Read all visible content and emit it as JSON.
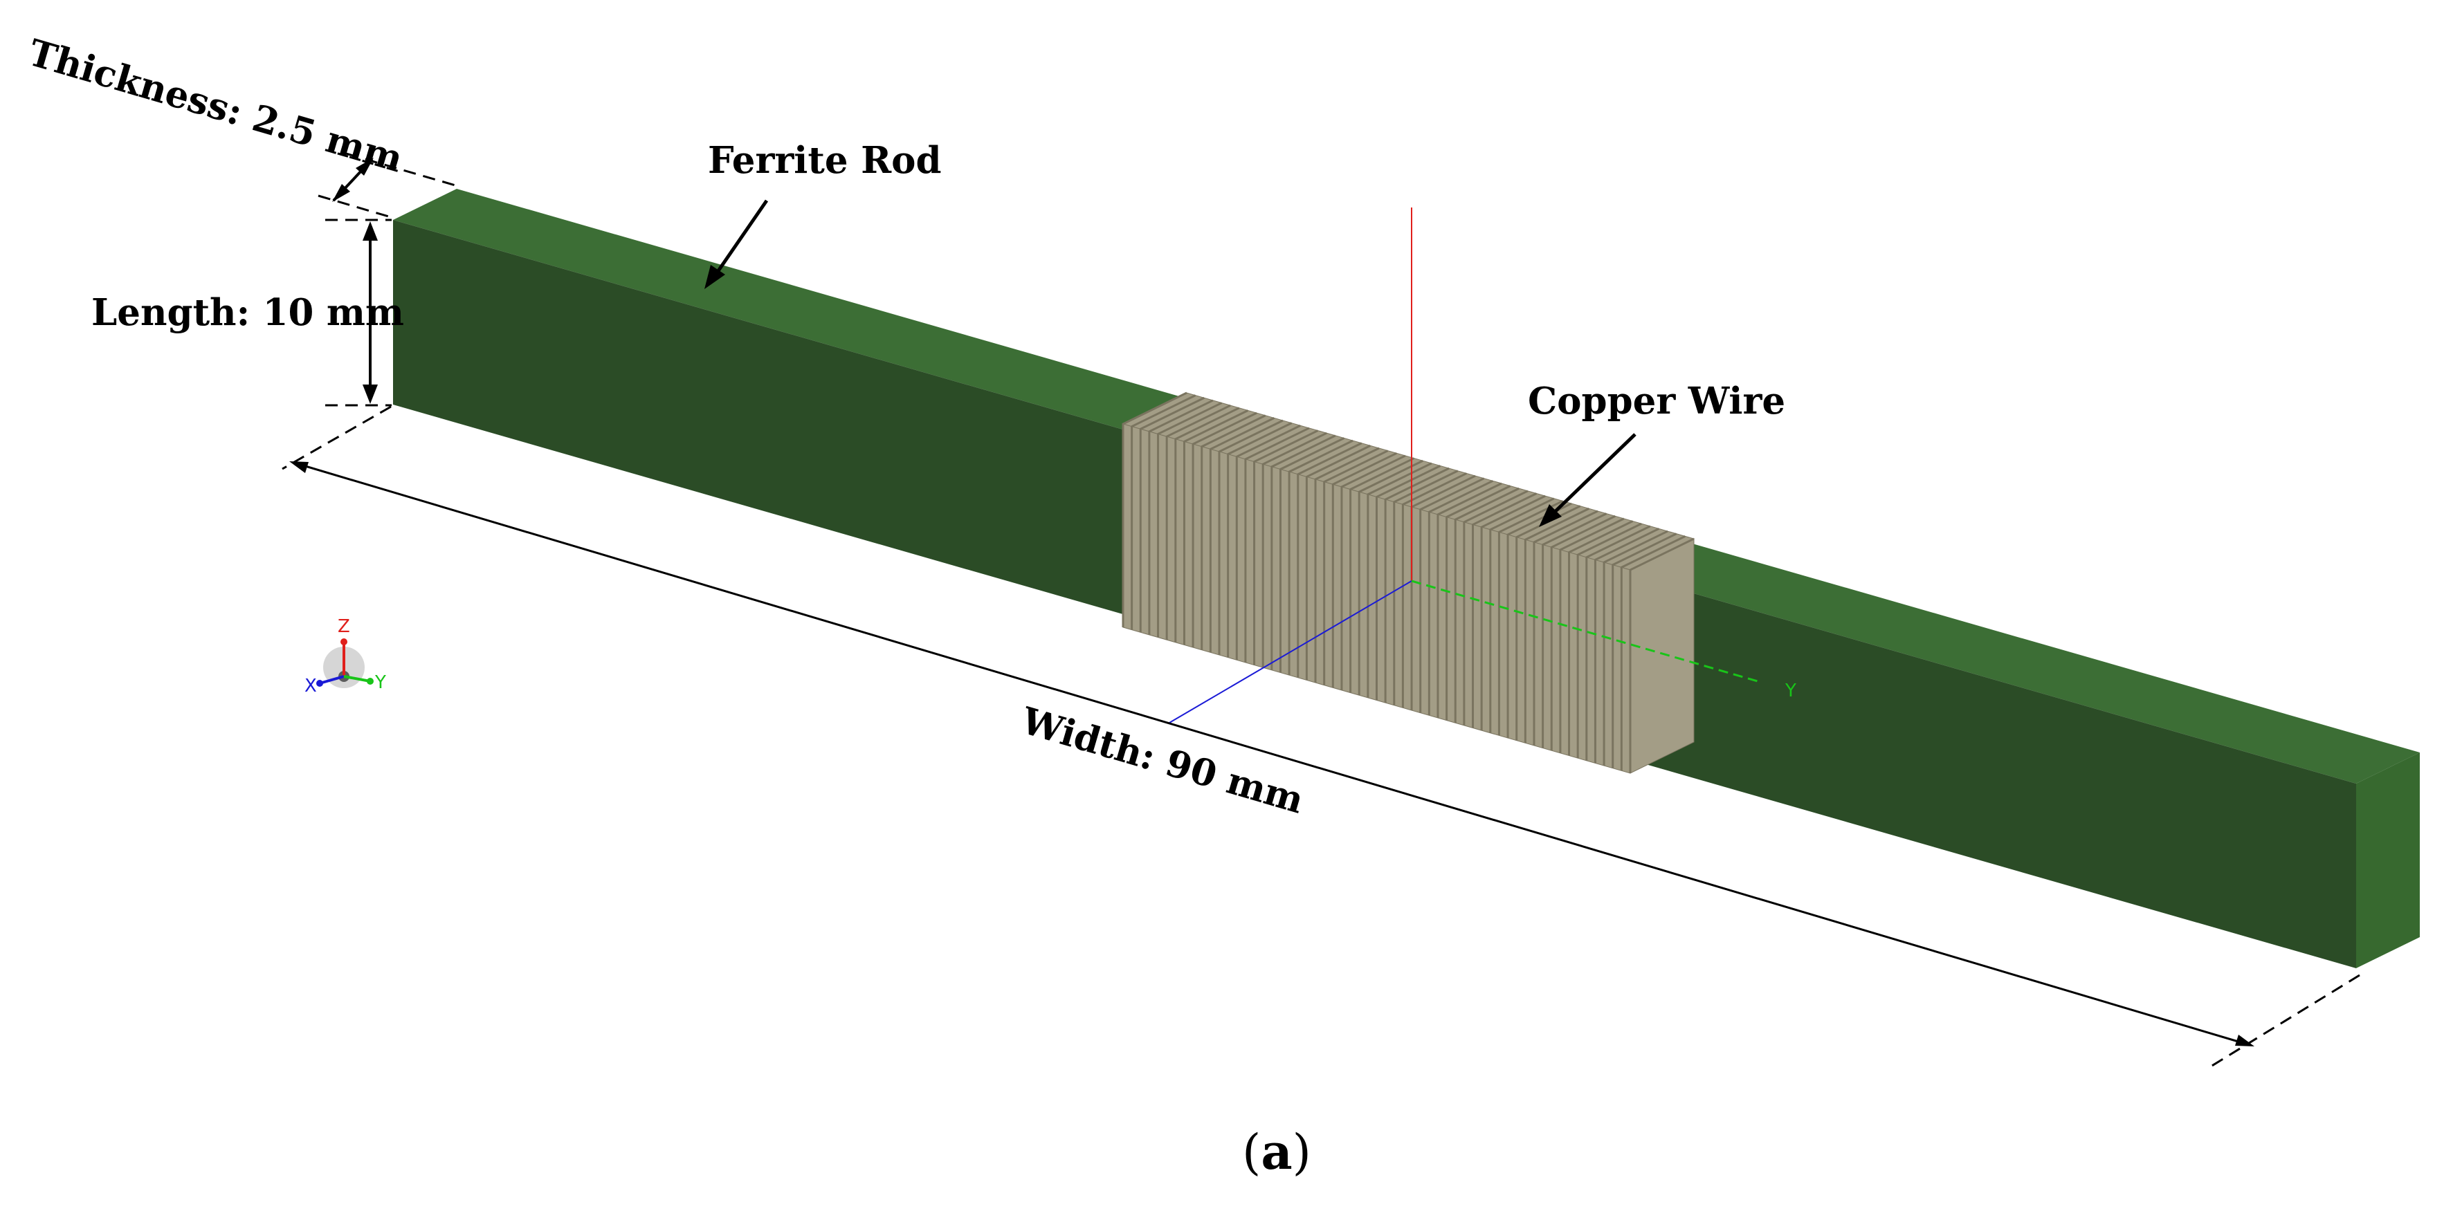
{
  "labels": {
    "thickness": "Thickness: 2.5 mm",
    "length": "Length: 10 mm",
    "width": "Width: 90 mm",
    "ferrite_rod": "Ferrite Rod",
    "copper_wire": "Copper Wire",
    "caption_open": "(",
    "caption_letter": "a",
    "caption_close": ")"
  },
  "axes": {
    "triad_z": "Z",
    "triad_x": "X",
    "triad_y": "Y",
    "model_y": "Y"
  },
  "colors": {
    "rod_front": "#2b4c26",
    "rod_top": "#3c6e35",
    "rod_end": "#37692f",
    "coil_fill": "#a39d86",
    "coil_line": "#7a745f",
    "axis_z": "#e0201c",
    "axis_x": "#1a1ad6",
    "axis_y": "#19c419"
  },
  "coil": {
    "turns": 58
  }
}
